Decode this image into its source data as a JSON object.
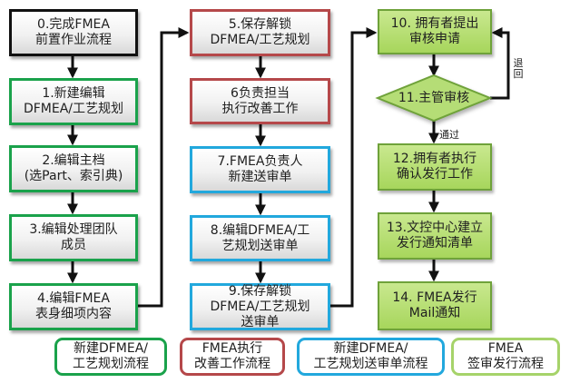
{
  "nodes": {
    "n0": "0.完成FMEA\n前置作业流程",
    "n1": "1.新建编辑\nDFMEA/工艺规划",
    "n2": "2.编辑主档\n(选Part、索引典)",
    "n3": "3.编辑处理团队\n成员",
    "n4": "4.编辑FMEA\n表身细项内容",
    "n5": "5.保存解锁\nDFMEA/工艺规划",
    "n6": "6负责担当\n执行改善工作",
    "n7": "7.FMEA负责人\n新建送审单",
    "n8": "8.编辑DFMEA/工\n艺规划送审单",
    "n9": "9.保存解锁\nDFMEA/工艺规划\n送审单",
    "n10": "10. 拥有者提出\n审核申请",
    "n11": "11.主管审核",
    "n12": "12.拥有者执行\n确认发行工作",
    "n13": "13.文控中心建立\n发行通知清单",
    "n14": "14. FMEA发行\nMail通知"
  },
  "edge_labels": {
    "return": "退\n回",
    "pass": "通过"
  },
  "legend": {
    "green": "新建DFMEA/\n工艺规划流程",
    "red": "FMEA执行\n改善工作流程",
    "blue": "新建DFMEA/\n工艺规划送审单流程",
    "lime": "FMEA\n签审发行流程"
  },
  "colors": {
    "black": "#111111",
    "green": "#1aa24b",
    "red": "#b5484a",
    "blue": "#22a8dd",
    "lime": "#a7d65c"
  }
}
